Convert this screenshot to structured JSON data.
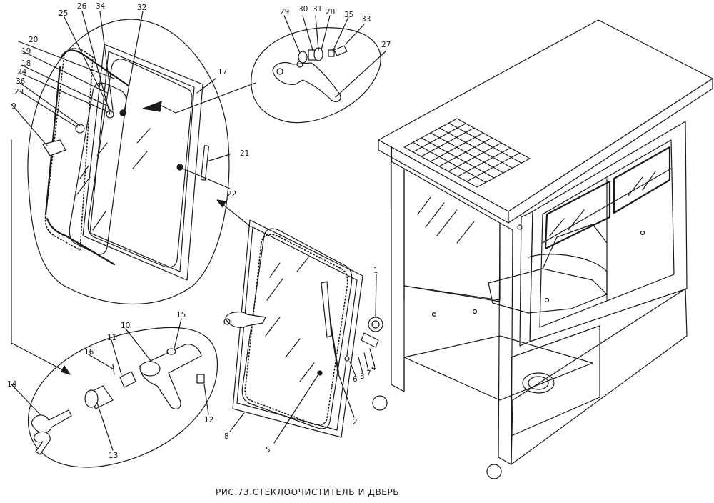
{
  "caption": "РИС.73.СТЕКЛООЧИСТИТЕЛЬ И ДВЕРЬ",
  "callouts": [
    "1",
    "2",
    "3",
    "4",
    "5",
    "6",
    "7",
    "8",
    "9",
    "10",
    "11",
    "12",
    "13",
    "14",
    "15",
    "16",
    "17",
    "19",
    "18",
    "20",
    "21",
    "22",
    "23",
    "24",
    "25",
    "26",
    "27",
    "28",
    "29",
    "30",
    "31",
    "32",
    "33",
    "34",
    "35",
    "36"
  ],
  "colors": {
    "ink": "#1a1a1a",
    "paper": "#ffffff"
  }
}
